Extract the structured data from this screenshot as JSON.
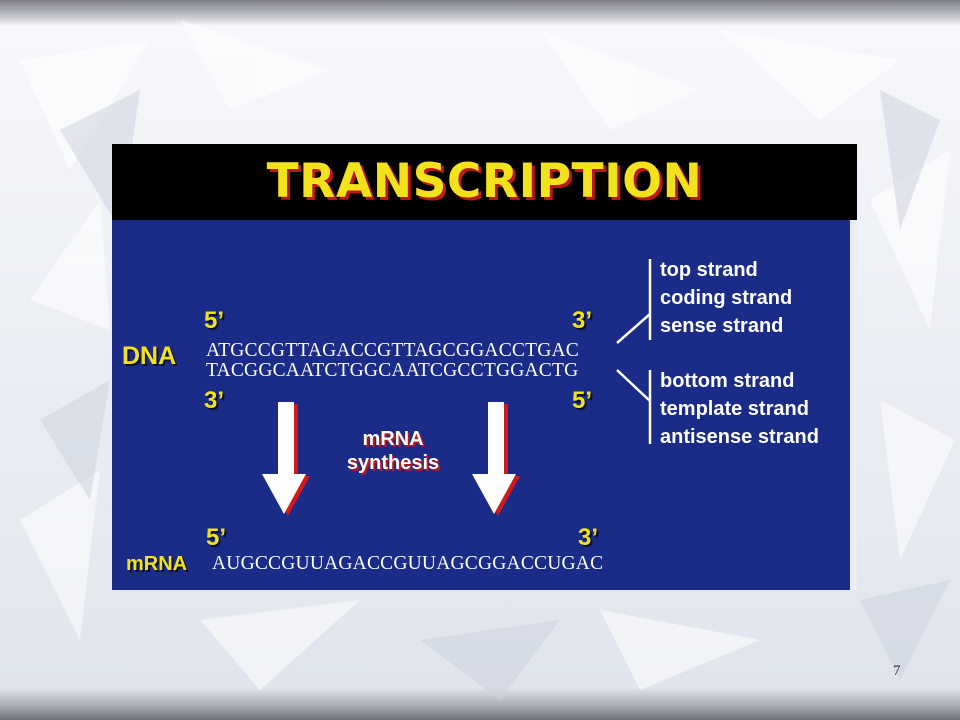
{
  "slide": {
    "title": "TRANSCRIPTION",
    "page_number": "7"
  },
  "dna": {
    "label": "DNA",
    "top_left_end": "5’",
    "top_right_end": "3’",
    "bottom_left_end": "3’",
    "bottom_right_end": "5’",
    "top_sequence": "ATGCCGTTAGACCGTTAGCGGACCTGAC",
    "bottom_sequence": "TACGGCAATCTGGCAATCGCCTGGACTG"
  },
  "top_strand_names": [
    "top strand",
    "coding strand",
    "sense strand"
  ],
  "bottom_strand_names": [
    "bottom strand",
    "template strand",
    "antisense strand"
  ],
  "synthesis": {
    "line1": "mRNA",
    "line2": "synthesis"
  },
  "mrna": {
    "label": "mRNA",
    "left_end": "5’",
    "right_end": "3’",
    "sequence": "AUGCCGUUAGACCGUUAGCGGACCUGAC"
  },
  "colors": {
    "panel_background": "#1a2c87",
    "title_color": "#f2e21c",
    "title_shadow": "#b8171b",
    "arrow_fill": "#ffffff",
    "arrow_shadow": "#d01a1e"
  }
}
